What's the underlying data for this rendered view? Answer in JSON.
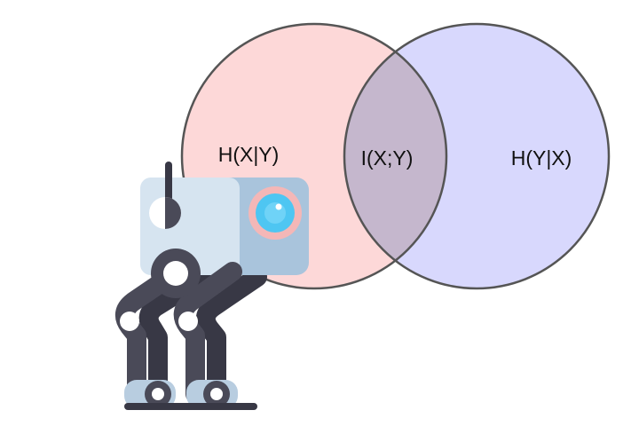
{
  "venn": {
    "left_label": "H(X|Y)",
    "center_label": "I(X;Y)",
    "right_label": "H(Y|X)",
    "colors": {
      "left_fill": "#fdd8d8",
      "right_fill": "#d8d8fd",
      "overlap_fill": "#c5b7cd",
      "outline": "#555555"
    }
  },
  "illustration": {
    "icon": "robot-icon",
    "colors": {
      "head_light": "#d6e4f0",
      "head_dark": "#a9c4dc",
      "legs": "#4a4a58",
      "legs_dark": "#383845",
      "eye_ring": "#f4b7b7",
      "eye": "#4ec6f2",
      "wheel": "#b8cde0"
    }
  }
}
